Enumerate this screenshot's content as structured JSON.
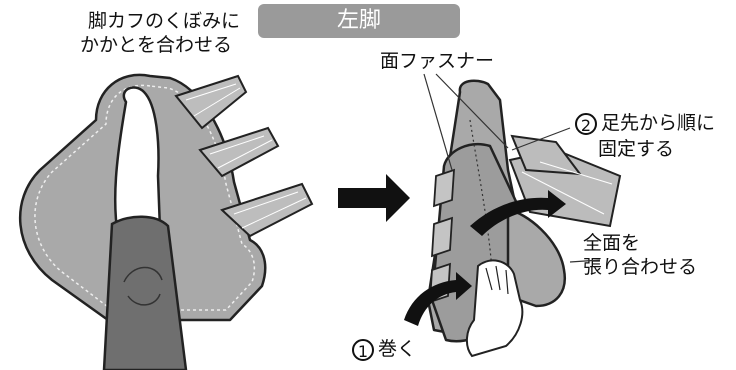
{
  "title": "左脚",
  "left_caption_line1": "脚カフのくぼみに",
  "left_caption_line2": "かかとを合わせる",
  "velcro_label": "面ファスナー",
  "step2_num": "2",
  "step2_line1": "足先から順に",
  "step2_line2": "固定する",
  "fullface_line1": "全面を",
  "fullface_line2": "張り合わせる",
  "step1_num": "1",
  "step1_text": "巻く",
  "colors": {
    "cuff": "#a9a9a9",
    "cuff_dark": "#8f8f8f",
    "leg_dark": "#6f6f6f",
    "outline": "#222222"
  }
}
